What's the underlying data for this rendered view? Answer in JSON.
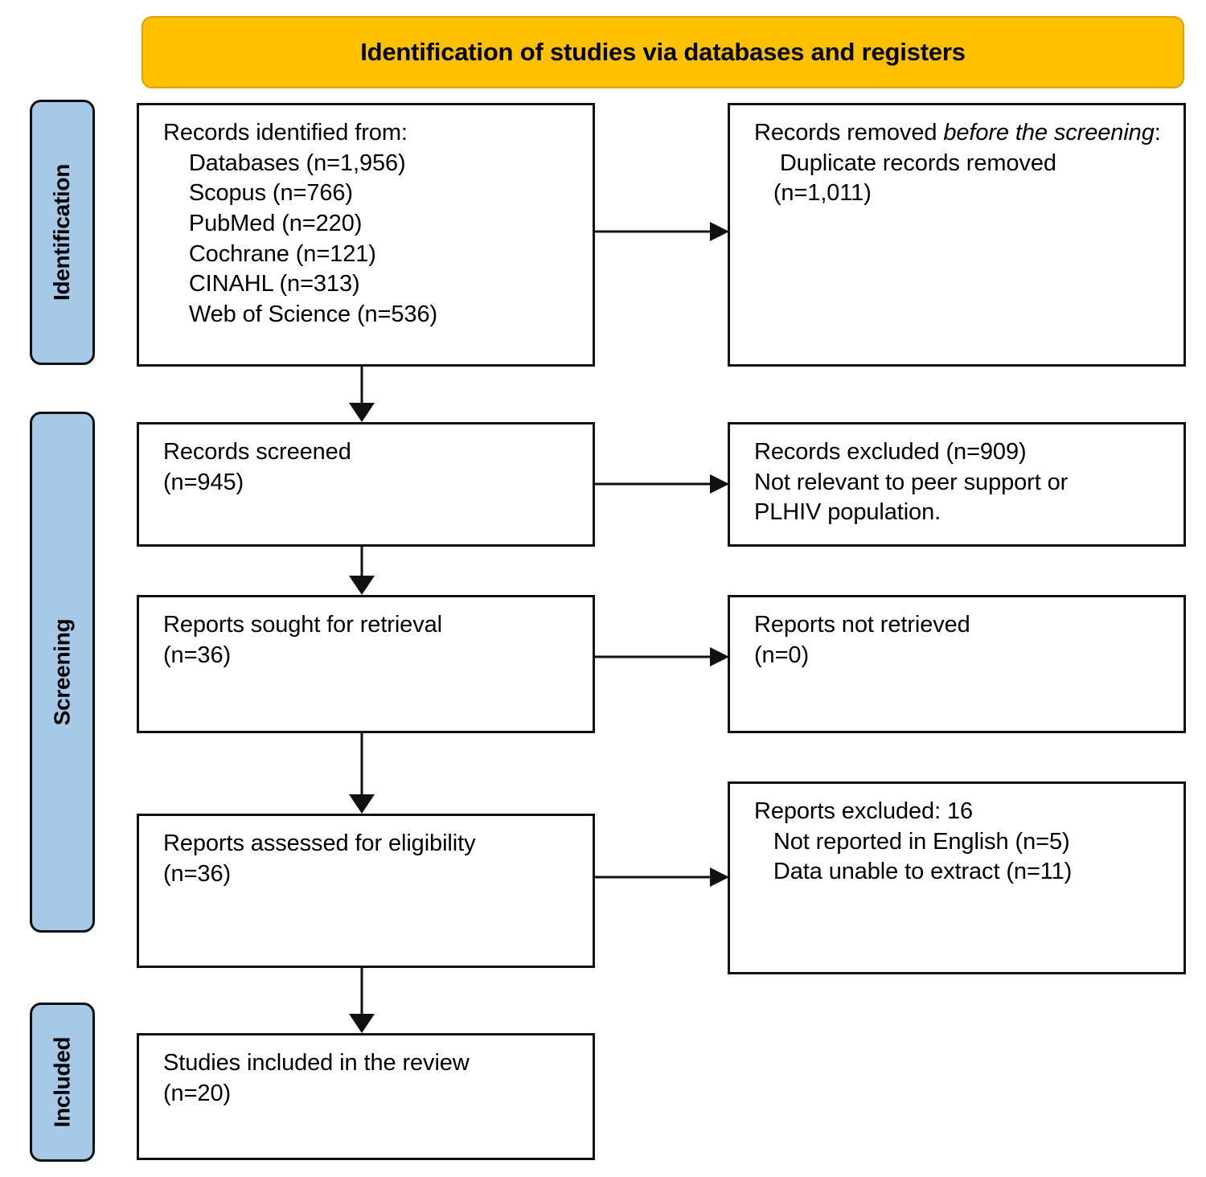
{
  "banner": {
    "title": "Identification of studies via databases and registers"
  },
  "stages": [
    {
      "id": "identification",
      "label": "Identification"
    },
    {
      "id": "screening",
      "label": "Screening"
    },
    {
      "id": "included",
      "label": "Included"
    }
  ],
  "boxes": {
    "identified": "Records identified from:\n    Databases (n=1,956)\n    Scopus (n=766)\n    PubMed (n=220)\n    Cochrane (n=121)\n    CINAHL (n=313)\n    Web of Science (n=536)",
    "removed_lead": "Records removed ",
    "removed_italic": "before the screening",
    "removed_tail": ":\n    Duplicate records removed\n   (n=1,011)",
    "screened": "Records screened\n(n=945)",
    "excluded_screening": "Records excluded (n=909)\nNot relevant to peer support or\nPLHIV population.",
    "sought": "Reports sought for retrieval\n(n=36)",
    "not_retrieved": "Reports not retrieved\n(n=0)",
    "assessed": "Reports assessed for eligibility\n(n=36)",
    "excluded_eligibility": "Reports excluded: 16\n   Not reported in English (n=5)\n   Data unable to extract (n=11)",
    "included": "Studies included in the review\n(n=20)"
  },
  "counts": {
    "databases_total": 1956,
    "scopus": 766,
    "pubmed": 220,
    "cochrane": 121,
    "cinahl": 313,
    "web_of_science": 536,
    "duplicates_removed": 1011,
    "records_screened": 945,
    "records_excluded": 909,
    "reports_sought": 36,
    "reports_not_retrieved": 0,
    "reports_assessed": 36,
    "reports_excluded": 16,
    "not_reported_in_english": 5,
    "data_unable_to_extract": 11,
    "studies_included": 20
  },
  "colors": {
    "banner_fill": "#FFC000",
    "banner_border": "#D9A400",
    "stage_fill": "#A6C9E8",
    "stage_border": "#111111",
    "box_border": "#111111",
    "box_fill": "#FFFFFF",
    "connector": "#111111"
  }
}
